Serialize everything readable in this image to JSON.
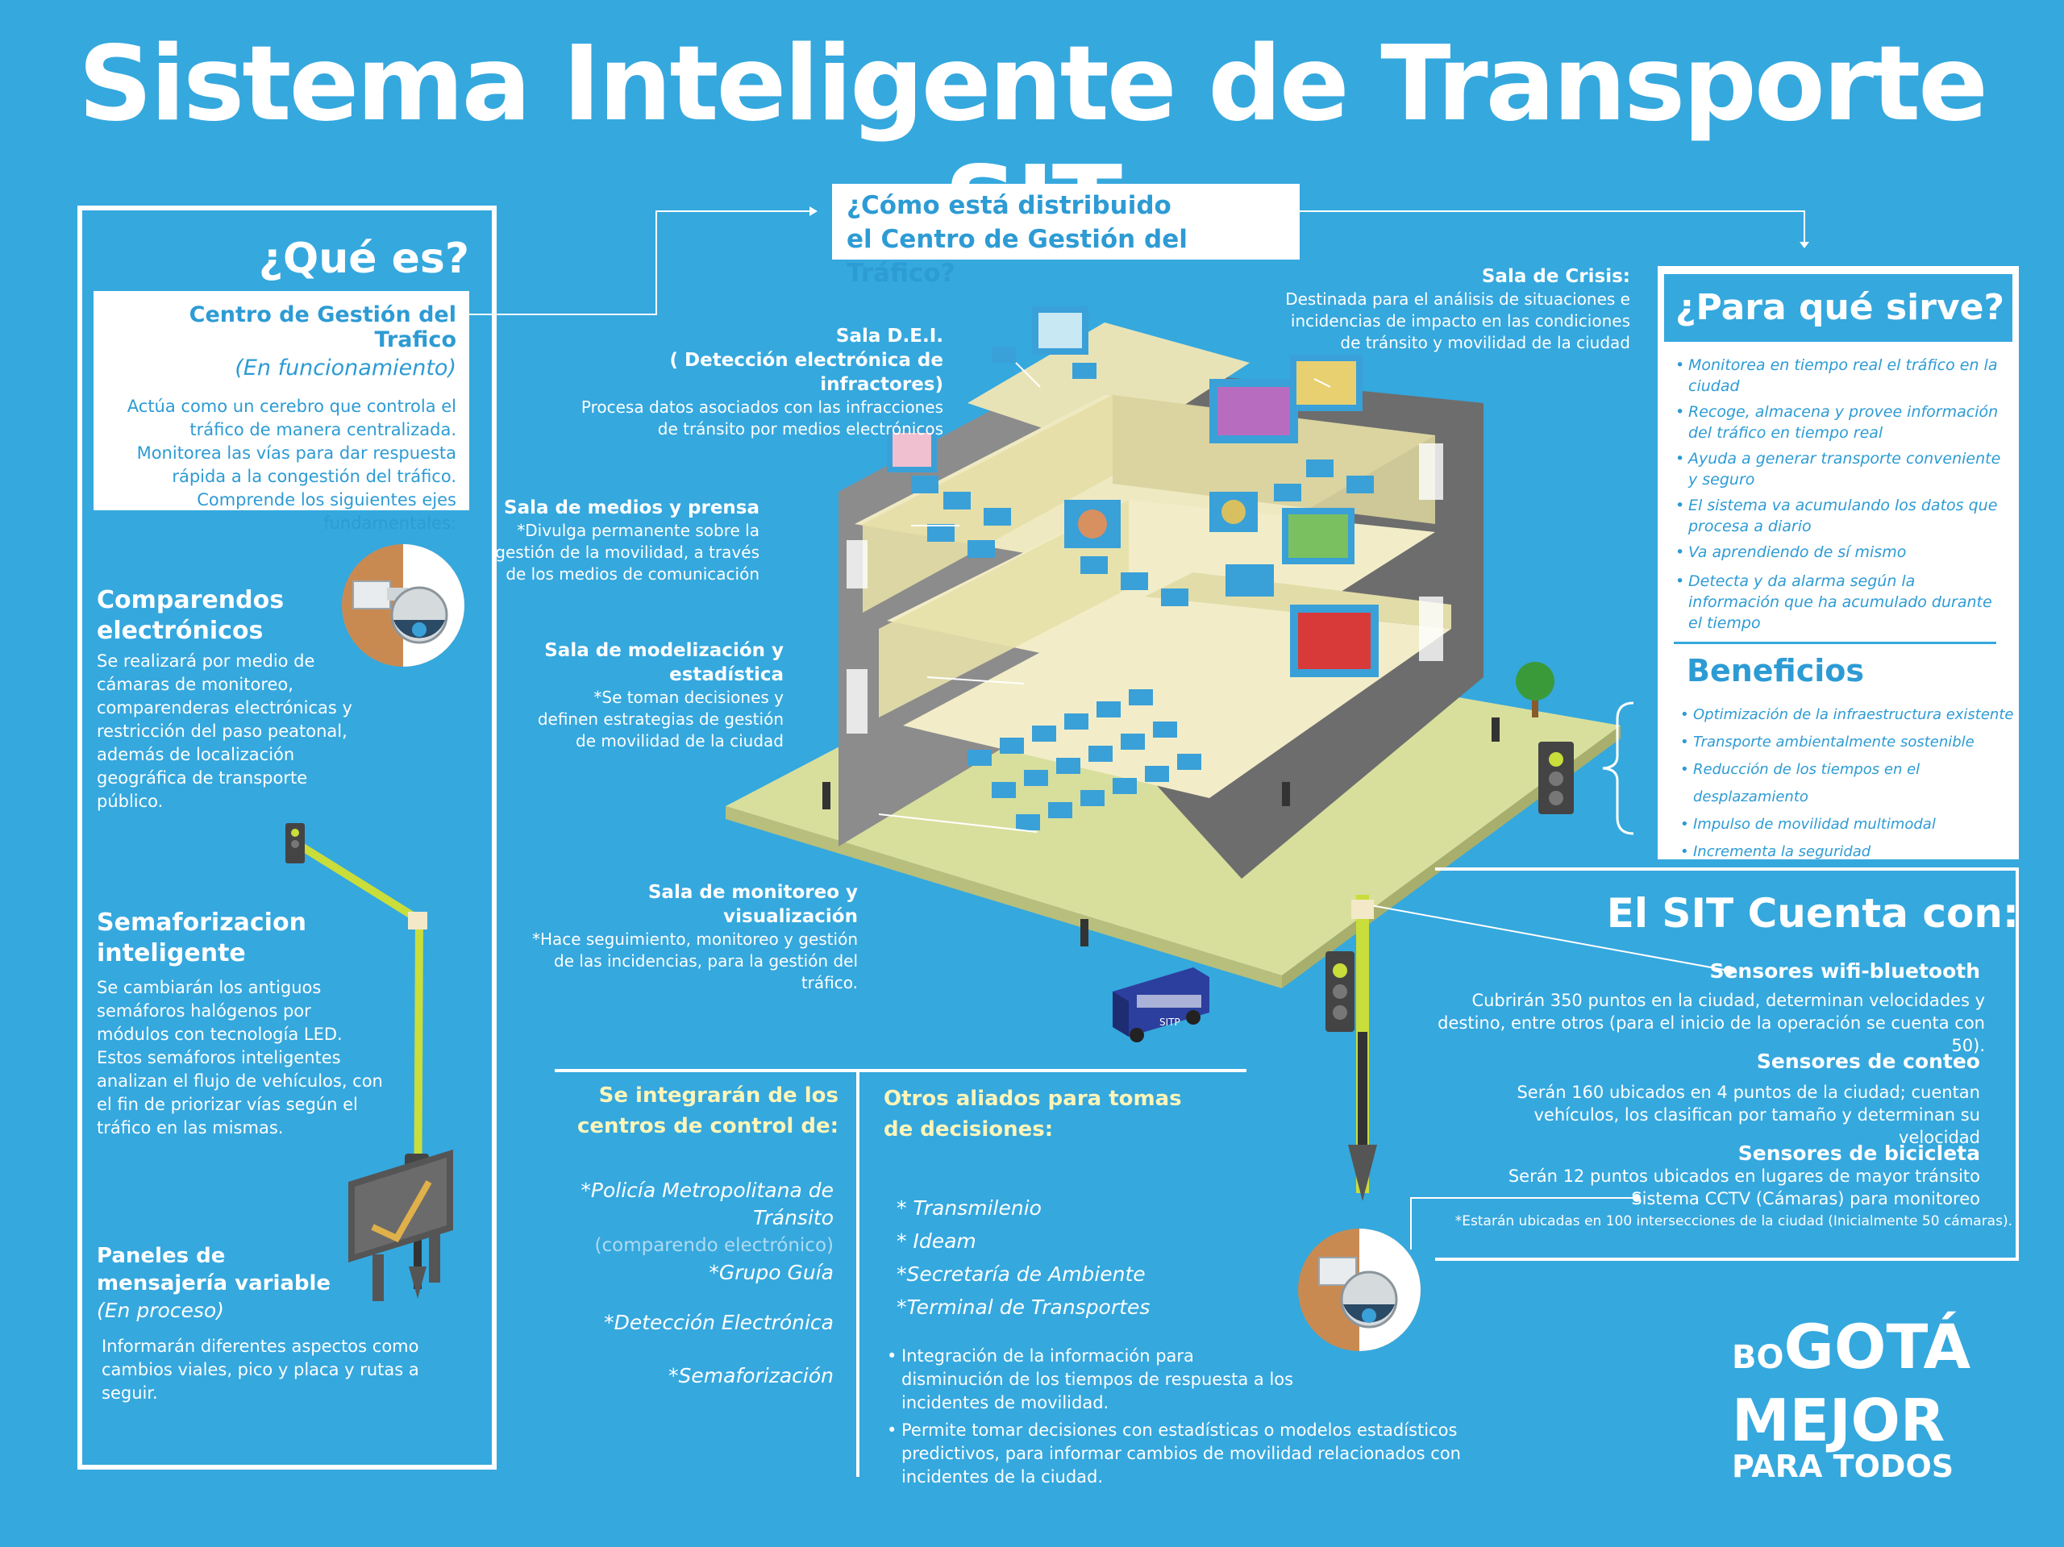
{
  "title": "Sistema Inteligente de Transporte SIT",
  "left": {
    "heading": "¿Qué es?",
    "center_title": "Centro de Gestión del Trafico",
    "center_status": "(En funcionamiento)",
    "center_desc": "Actúa como un cerebro que controla el tráfico de manera centralizada. Monitorea las vías para dar respuesta rápida a la congestión del tráfico. Comprende los siguientes ejes fundamentales:",
    "comparendos_title": "Comparendos electrónicos",
    "comparendos_desc": "Se realizará por medio de cámaras de monitoreo, comparenderas electrónicas y restricción del paso peatonal, además de localización geográfica de transporte público.",
    "semaforizacion_title": "Semaforizacion inteligente",
    "semaforizacion_desc": "Se cambiarán los antiguos semáforos halógenos por módulos con tecnología LED. Estos semáforos inteligentes analizan el flujo de vehículos, con el fin de priorizar vías según el tráfico en las mismas.",
    "paneles_title": "Paneles de mensajería variable",
    "paneles_status": "(En proceso)",
    "paneles_desc": "Informarán diferentes aspectos como cambios viales, pico y placa y rutas a seguir."
  },
  "center": {
    "question_line1": "¿Cómo está distribuido",
    "question_line2": "el Centro de Gestión del Tráfico?",
    "sala_dei_title": "Sala D.E.I.",
    "sala_dei_sub": "( Detección electrónica de infractores)",
    "sala_dei_desc": "Procesa datos asociados con las infracciones de tránsito por medios electrónicos",
    "sala_crisis_title": "Sala de Crisis:",
    "sala_crisis_desc": "Destinada para el análisis de situaciones e incidencias de impacto en las condiciones de tránsito y movilidad de la ciudad",
    "sala_medios_title": "Sala de medios y prensa",
    "sala_medios_desc": "*Divulga permanente sobre la gestión de la movilidad, a través de los medios de comunicación",
    "sala_modelizacion_title": "Sala de modelización y estadística",
    "sala_modelizacion_desc": "*Se toman decisiones y definen estrategias de gestión de movilidad de la ciudad",
    "sala_monitoreo_title": "Sala de monitoreo y visualización",
    "sala_monitoreo_desc": "*Hace seguimiento, monitoreo y gestión de las incidencias, para la gestión del tráfico.",
    "bus_label": "SITP"
  },
  "right": {
    "heading": "¿Para qué sirve?",
    "uses": [
      "Monitorea en tiempo real el tráfico en la ciudad",
      "Recoge, almacena y provee información del tráfico en tiempo real",
      "Ayuda a generar transporte conveniente y seguro",
      "El sistema va acumulando los datos que procesa a diario",
      "Va aprendiendo de sí mismo",
      "Detecta y da alarma según la información que ha acumulado durante el tiempo"
    ],
    "benefits_heading": "Beneficios",
    "benefits": [
      "Optimización de la infraestructura existente",
      "Transporte ambientalmente sostenible",
      "Reducción de los tiempos en el desplazamiento",
      "Impulso de movilidad multimodal",
      "Incrementa la seguridad"
    ]
  },
  "sit": {
    "heading": "El SIT Cuenta con:",
    "wifi_title": "Sensores wifi-bluetooth",
    "wifi_desc": "Cubrirán 350 puntos en la ciudad, determinan velocidades y destino, entre otros (para el inicio de la operación se cuenta con 50).",
    "conteo_title": "Sensores de conteo",
    "conteo_desc": "Serán 160 ubicados en 4 puntos de la ciudad; cuentan vehículos, los clasifican por tamaño y determinan su velocidad",
    "bici_title": "Sensores de bicicleta",
    "bici_desc": "Serán 12 puntos ubicados en lugares de mayor tránsito",
    "cctv_title": "Sistema CCTV (Cámaras) para monitoreo",
    "cctv_note": "*Estarán ubicadas en 100 intersecciones de la ciudad (Inicialmente 50 cámaras)."
  },
  "bottom": {
    "integrate_heading": "Se integrarán de los centros de control de:",
    "integrate_items": [
      "*Policía Metropolitana de Tránsito",
      "*Grupo Guía",
      "*Detección Electrónica",
      "*Semaforización"
    ],
    "integrate_note": "(comparendo electrónico)",
    "allies_heading": "Otros aliados para tomas de decisiones:",
    "allies_items": [
      "* Transmilenio",
      "* Ideam",
      "*Secretaría de Ambiente",
      "*Terminal de Transportes"
    ],
    "bullets": [
      "Integración de la información para disminución de los tiempos de respuesta a los incidentes de movilidad.",
      "Permite tomar decisiones con estadísticas o modelos estadísticos predictivos, para informar cambios de movilidad relacionados con incidentes de la ciudad."
    ]
  },
  "logo": {
    "line1_small": "BO",
    "line1_big": "GOTÁ",
    "line2": "MEJOR",
    "line3": "PARA TODOS"
  }
}
